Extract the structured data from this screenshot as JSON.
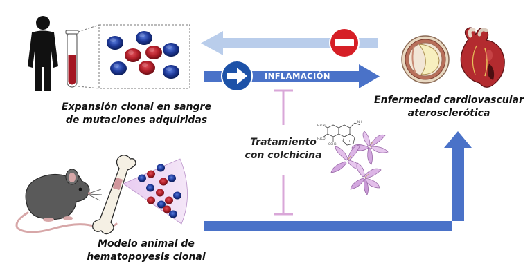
{
  "labels": {
    "inflamacion": "INFLAMACIÓN",
    "expansion": [
      "Expansión clonal en sangre",
      "de mutaciones adquiridas"
    ],
    "enfermedad": [
      "Enfermedad cardiovascular",
      "aterosclerótica"
    ],
    "tratamiento": [
      "Tratamiento",
      "con colchicina"
    ],
    "modelo": [
      "Modelo animal de",
      "hematopoyesis clonal"
    ]
  },
  "icons": {
    "human": "human-silhouette-icon",
    "tube": "blood-tube-icon",
    "blood_cells": "blood-cells-icon",
    "no_entry": "no-entry-sign-icon",
    "go_right": "right-arrow-sign-icon",
    "artery": "artery-cross-section-icon",
    "heart": "heart-icon",
    "mouse": "mouse-icon",
    "bone": "bone-icon",
    "colchicum": "colchicum-flower-icon",
    "molecule": "colchicine-molecule-icon"
  },
  "colors": {
    "dark_blue_arrow": "#4a72c8",
    "light_blue_arrow": "#b9cdeb",
    "inhibition": "#d9a7d8",
    "blood_red": "#a31622",
    "cell_blue": "#1f3a8a",
    "cell_red": "#b3202a"
  }
}
